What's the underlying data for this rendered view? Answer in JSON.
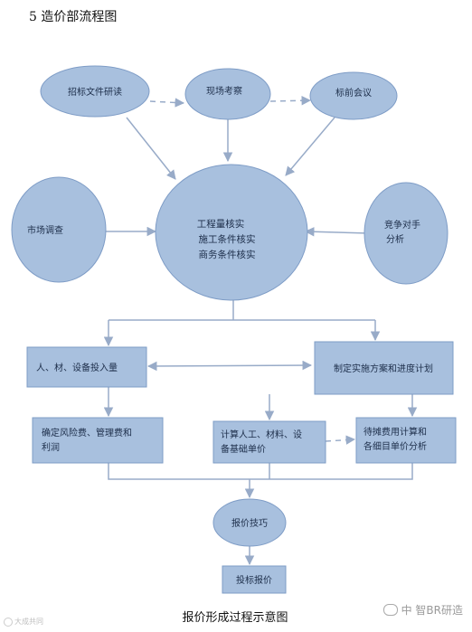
{
  "title": "5 造价部流程图",
  "caption": "报价形成过程示意图",
  "colors": {
    "node_fill": "#a8c0de",
    "node_stroke": "#7e9cc6",
    "connector": "#98abc8"
  },
  "nodes": {
    "zhaobiao": "招标文件研读",
    "xianchang": "现场考察",
    "biaoqian": "标前会议",
    "shichang": "市场调查",
    "center_line1": "工程量核实",
    "center_line2": "施工条件核实",
    "center_line3": "商务条件核实",
    "jingzheng_line1": "竞争对手",
    "jingzheng_line2": "分析",
    "rencai": "人、材、设备投入量",
    "zhiding": "制定实施方案和进度计划",
    "fengxian_line1": "确定风险费、管理费和",
    "fengxian_line2": "利润",
    "jisuan_line1": "计算人工、材料、设",
    "jisuan_line2": "备基础单价",
    "daitan_line1": "待摊费用计算和",
    "daitan_line2": "各细目单价分析",
    "baojiajiqiao": "报价技巧",
    "toubiao": "投标报价"
  },
  "watermark": {
    "right_text": "中  智BR研造",
    "right_icon": "wechat-icon",
    "left_text": "大成共同",
    "left_icon": "logo-icon"
  }
}
